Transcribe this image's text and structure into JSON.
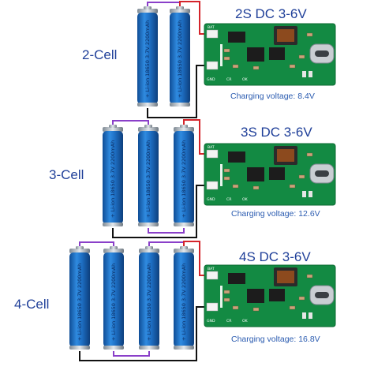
{
  "sections": [
    {
      "cells_label": "2-Cell",
      "title": "2S DC 3-6V",
      "charging_voltage": "Charging voltage: 8.4V",
      "cell_count": 2
    },
    {
      "cells_label": "3-Cell",
      "title": "3S DC 3-6V",
      "charging_voltage": "Charging voltage: 12.6V",
      "cell_count": 3
    },
    {
      "cells_label": "4-Cell",
      "title": "4S DC 3-6V",
      "charging_voltage": "Charging voltage: 16.8V",
      "cell_count": 4
    }
  ],
  "cell_print": "+ Li-ion 18650 3.7V 2200mAh",
  "board": {
    "pad_bat": "BAT",
    "pad_gnd": "GND",
    "pad_cr": "CR",
    "pad_ok": "OK"
  },
  "colors": {
    "title_text": "#1f3f99",
    "cell_blue": "#1e6fc4",
    "pcb_green": "#138a43",
    "wire_red": "#d4242b",
    "wire_purple": "#8a3fc9",
    "wire_black": "#111111"
  }
}
